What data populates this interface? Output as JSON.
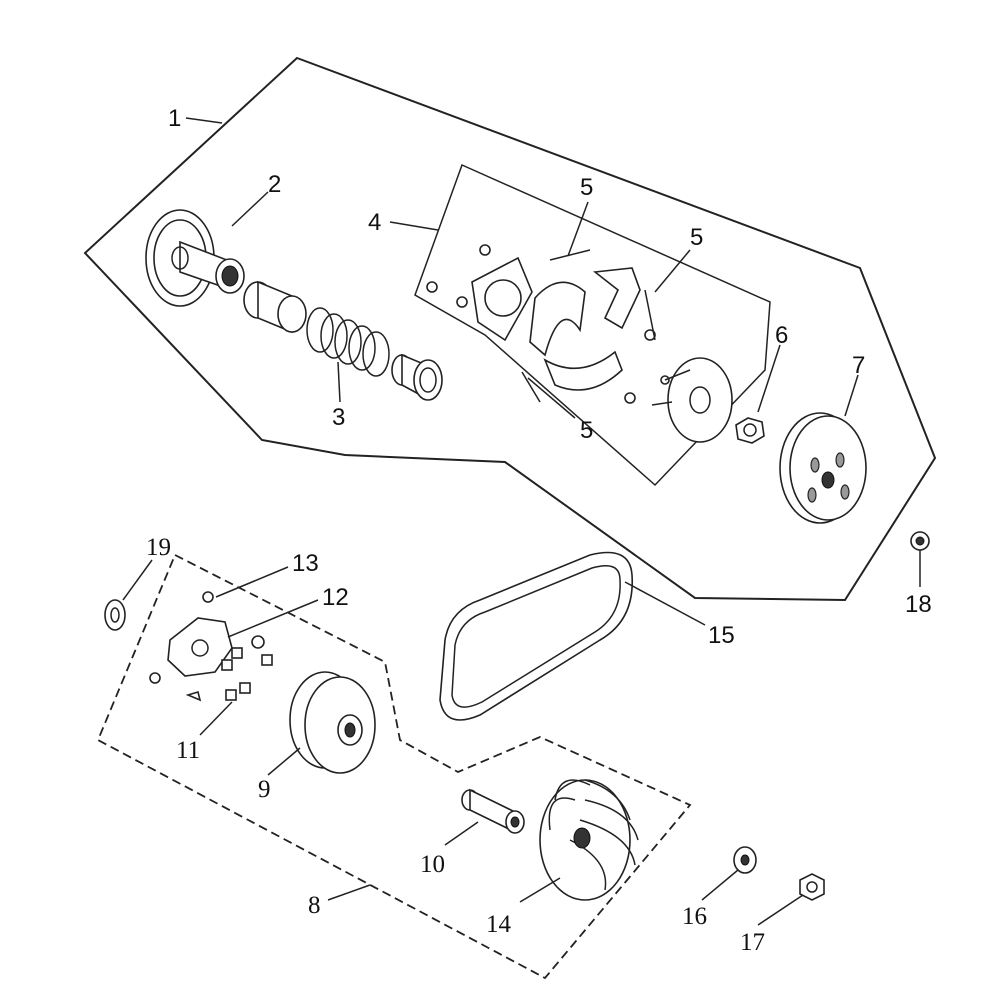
{
  "diagram": {
    "callouts": [
      {
        "id": "c1",
        "text": "1"
      },
      {
        "id": "c2",
        "text": "2"
      },
      {
        "id": "c3",
        "text": "3"
      },
      {
        "id": "c4",
        "text": "4"
      },
      {
        "id": "c5a",
        "text": "5"
      },
      {
        "id": "c5b",
        "text": "5"
      },
      {
        "id": "c5c",
        "text": "5"
      },
      {
        "id": "c6",
        "text": "6"
      },
      {
        "id": "c7",
        "text": "7"
      },
      {
        "id": "c8",
        "text": "8"
      },
      {
        "id": "c9",
        "text": "9"
      },
      {
        "id": "c10",
        "text": "10"
      },
      {
        "id": "c11",
        "text": "11"
      },
      {
        "id": "c12",
        "text": "12"
      },
      {
        "id": "c13",
        "text": "13"
      },
      {
        "id": "c14",
        "text": "14"
      },
      {
        "id": "c15",
        "text": "15"
      },
      {
        "id": "c16",
        "text": "16"
      },
      {
        "id": "c17",
        "text": "17"
      },
      {
        "id": "c18",
        "text": "18"
      },
      {
        "id": "c19",
        "text": "19"
      }
    ]
  }
}
